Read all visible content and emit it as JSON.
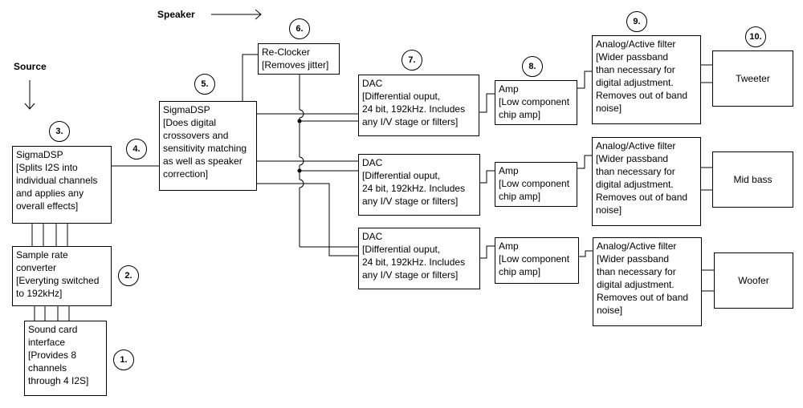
{
  "labels": {
    "speaker": "Speaker",
    "source": "Source"
  },
  "numbers": [
    "1.",
    "2.",
    "3.",
    "4.",
    "5.",
    "6.",
    "7.",
    "8.",
    "9.",
    "10."
  ],
  "blocks": {
    "sound_card": "Sound card\ninterface\n[Provides 8\nchannels\nthrough 4 I2S]",
    "sample_rate": "Sample rate\nconverter\n[Everyting switched\nto 192kHz]",
    "sigmadsp_split": "SigmaDSP\n[Splits I2S into\nindividual channels\nand applies any\noverall effects]",
    "sigmadsp_xover": "SigmaDSP\n[Does digital\ncrossovers and\nsensitivity matching\nas well as speaker\ncorrection]",
    "reclocker": "Re-Clocker\n[Removes jitter]",
    "dac": "DAC\n[Differential ouput,\n24 bit, 192kHz. Includes\nany I/V stage or filters]",
    "amp": "Amp\n[Low component\nchip amp]",
    "filter": "Analog/Active filter\n[Wider passband\nthan necessary for\ndigital adjustment.\nRemoves out of band\nnoise]",
    "drivers": [
      "Tweeter",
      "Mid bass",
      "Woofer"
    ]
  }
}
